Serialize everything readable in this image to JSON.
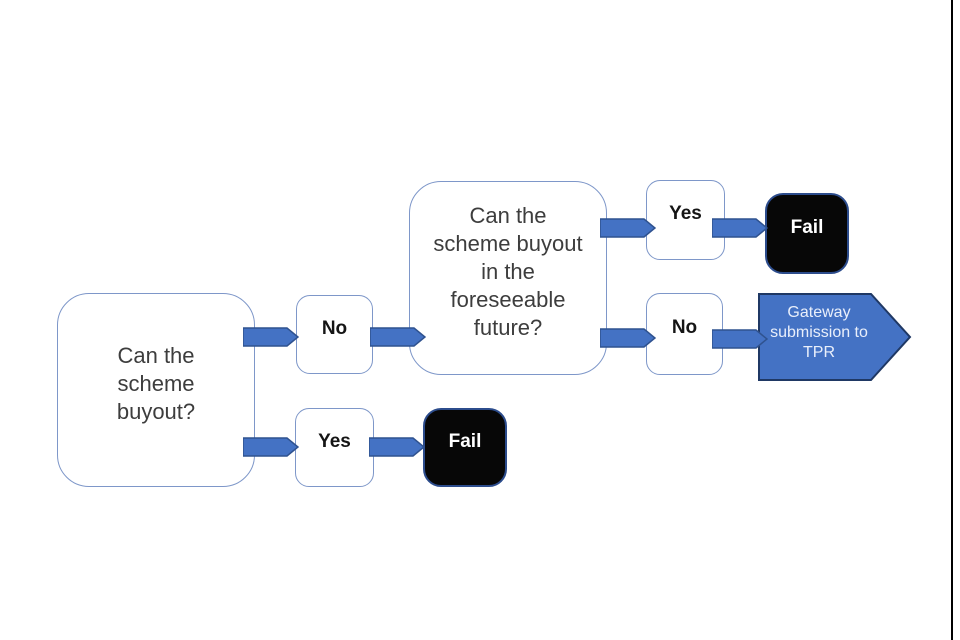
{
  "diagram": {
    "q1": {
      "label": "Can the scheme buyout?"
    },
    "q1_branch_no": {
      "label": "No"
    },
    "q1_branch_yes": {
      "label": "Yes"
    },
    "q1_fail": {
      "label": "Fail"
    },
    "q2": {
      "label": "Can the scheme buyout in the foreseeable future?"
    },
    "q2_branch_yes": {
      "label": "Yes"
    },
    "q2_branch_no": {
      "label": "No"
    },
    "q2_fail": {
      "label": "Fail"
    },
    "gateway": {
      "label": "Gateway submission to TPR"
    }
  },
  "colors": {
    "arrow_fill": "#4472c4",
    "arrow_outline": "#2f528f",
    "node_border": "#7e97c9",
    "node_fill": "#ffffff",
    "fail_fill": "#070707",
    "fail_text": "#ffffff",
    "gateway_fill": "#4472c4",
    "gateway_border": "#1f3864",
    "gateway_text": "#e9effb",
    "question_text": "#3d3d3d",
    "label_text": "#151515",
    "page_edge_line": "#000000"
  }
}
